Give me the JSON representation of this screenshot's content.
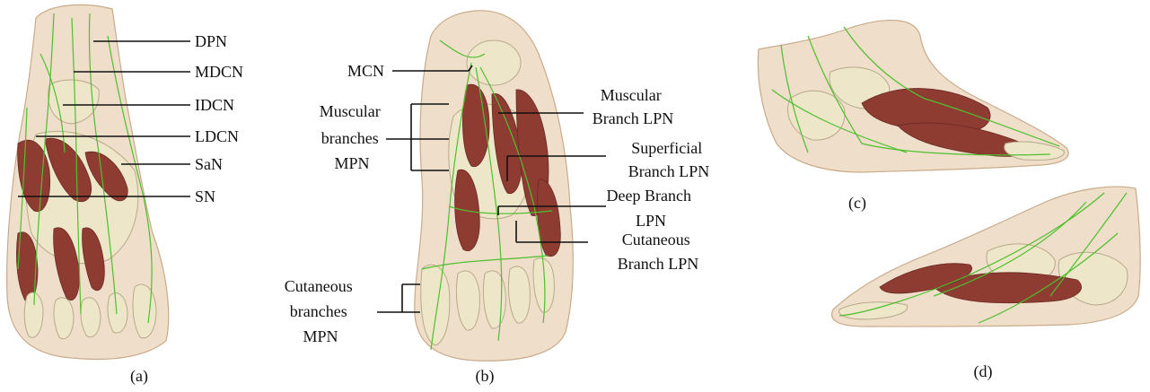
{
  "panels": {
    "a": {
      "caption": "(a)",
      "labels": [
        "DPN",
        "MDCN",
        "IDCN",
        "LDCN",
        "SaN",
        "SN"
      ]
    },
    "b": {
      "caption": "(b)",
      "labels": {
        "mcn": "MCN",
        "muscular_mpn": [
          "Muscular",
          "branches",
          "MPN"
        ],
        "muscular_lpn": [
          "Muscular",
          "Branch LPN"
        ],
        "superficial_lpn": [
          "Superficial",
          "Branch LPN"
        ],
        "deep_lpn": [
          "Deep Branch",
          "LPN"
        ],
        "cutaneous_lpn": [
          "Cutaneous",
          "Branch LPN"
        ],
        "cutaneous_mpn": [
          "Cutaneous",
          "branches",
          "MPN"
        ]
      }
    },
    "c": {
      "caption": "(c)"
    },
    "d": {
      "caption": "(d)"
    }
  },
  "colors": {
    "skin": "#e9d3b8",
    "bone": "#eee6c8",
    "muscle": "#8e3b32",
    "nerve": "#4fbf2f"
  }
}
